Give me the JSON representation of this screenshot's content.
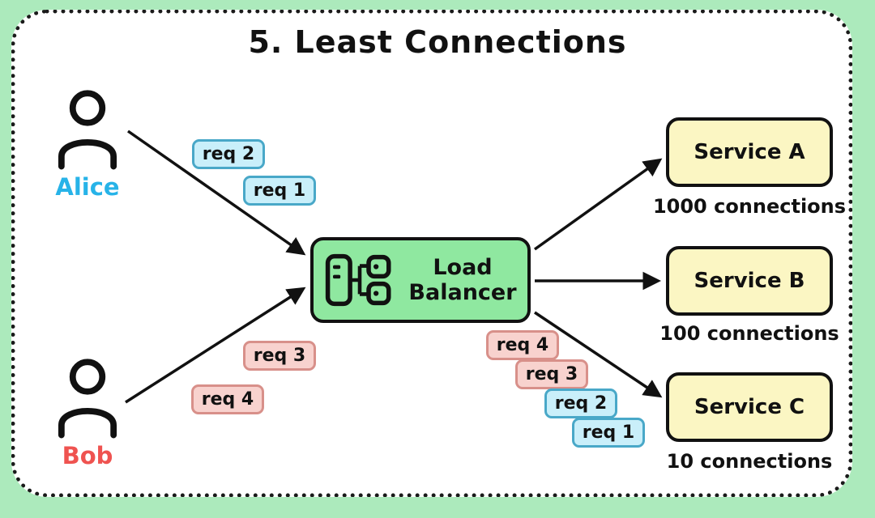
{
  "title": "5. Least Connections",
  "users": [
    {
      "name": "Alice",
      "color": "#27b3e8"
    },
    {
      "name": "Bob",
      "color": "#ef5350"
    }
  ],
  "load_balancer": {
    "line1": "Load",
    "line2": "Balancer"
  },
  "services": [
    {
      "name": "Service A",
      "connections": "1000 connections"
    },
    {
      "name": "Service B",
      "connections": "100 connections"
    },
    {
      "name": "Service C",
      "connections": "10 connections"
    }
  ],
  "left_requests": [
    {
      "label": "req 2",
      "variant": "cyan"
    },
    {
      "label": "req 1",
      "variant": "cyan"
    },
    {
      "label": "req 3",
      "variant": "pink"
    },
    {
      "label": "req 4",
      "variant": "pink"
    }
  ],
  "right_requests": [
    {
      "label": "req 4",
      "variant": "pink"
    },
    {
      "label": "req 3",
      "variant": "pink"
    },
    {
      "label": "req 2",
      "variant": "cyan"
    },
    {
      "label": "req 1",
      "variant": "cyan"
    }
  ],
  "colors": {
    "background": "#aceabc",
    "frame_fill": "#ffffff",
    "alice_request_fill": "#c9effa",
    "bob_request_fill": "#f8d2ce",
    "load_balancer_fill": "#8fe8a0",
    "service_fill": "#fbf6c3",
    "stroke": "#111111"
  }
}
